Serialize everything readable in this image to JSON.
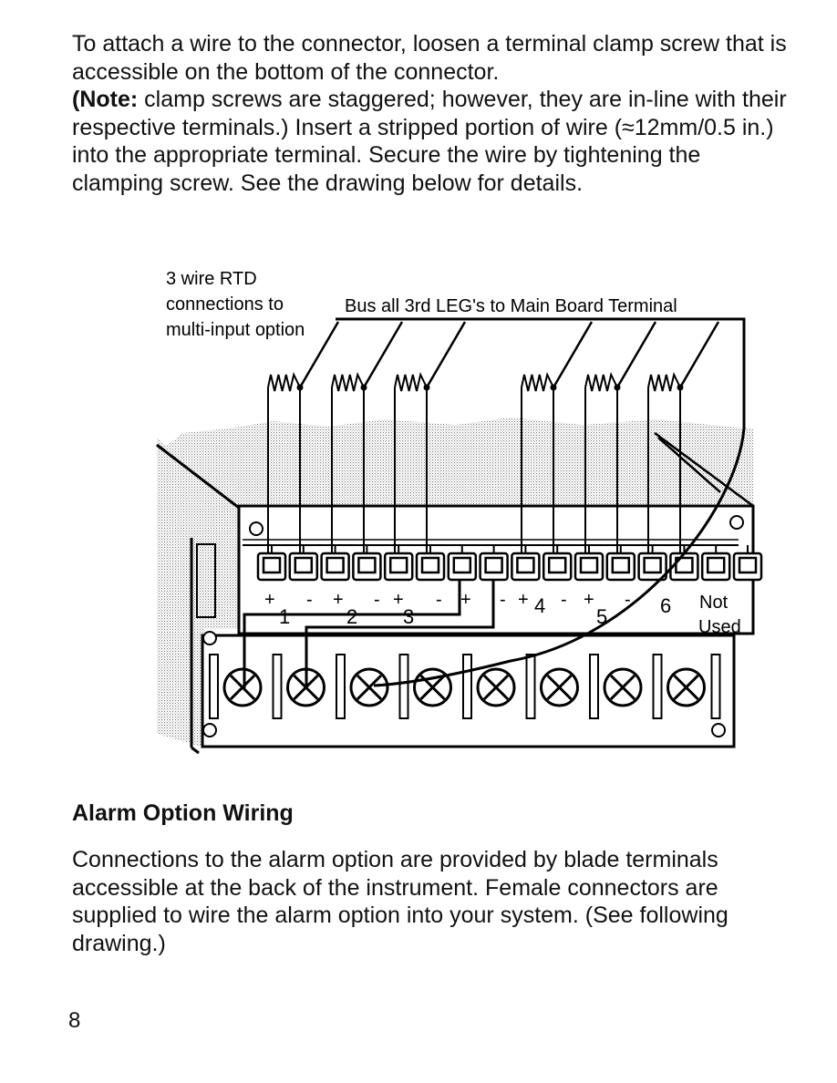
{
  "intro": {
    "text_before_note": "To attach a wire to the connector, loosen a terminal clamp screw that is accessible on the bottom of the connector.",
    "note_label": "(Note:",
    "text_after_note": " clamp screws are staggered; however, they are in-line with their respective terminals.)  Insert a stripped portion of wire (≈12mm/0.5 in.) into the appropriate terminal.  Secure the wire by tightening the clamping screw.  See the drawing below for details."
  },
  "figure": {
    "rtd_label_lines": [
      "3 wire RTD",
      "connections to",
      "multi-input option"
    ],
    "bus_label": "Bus all 3rd LEG's to Main Board Terminal",
    "polarity_marks": [
      "+",
      "-",
      "+",
      "-",
      "+",
      "-",
      "+",
      "-",
      "+",
      "-",
      "+",
      "-"
    ],
    "channel_numbers": [
      "1",
      "2",
      "3",
      "4",
      "5",
      "6"
    ],
    "not_used_lines": [
      "Not",
      "Used"
    ],
    "terminal_count": 16,
    "main_board_screw_count": 8
  },
  "alarm_section": {
    "heading": "Alarm Option Wiring",
    "text": "Connections to the alarm option are provided by blade terminals accessible at the back of the instrument.  Female connectors are supplied to wire the alarm option into your system.  (See following drawing.)"
  },
  "page_number": "8"
}
